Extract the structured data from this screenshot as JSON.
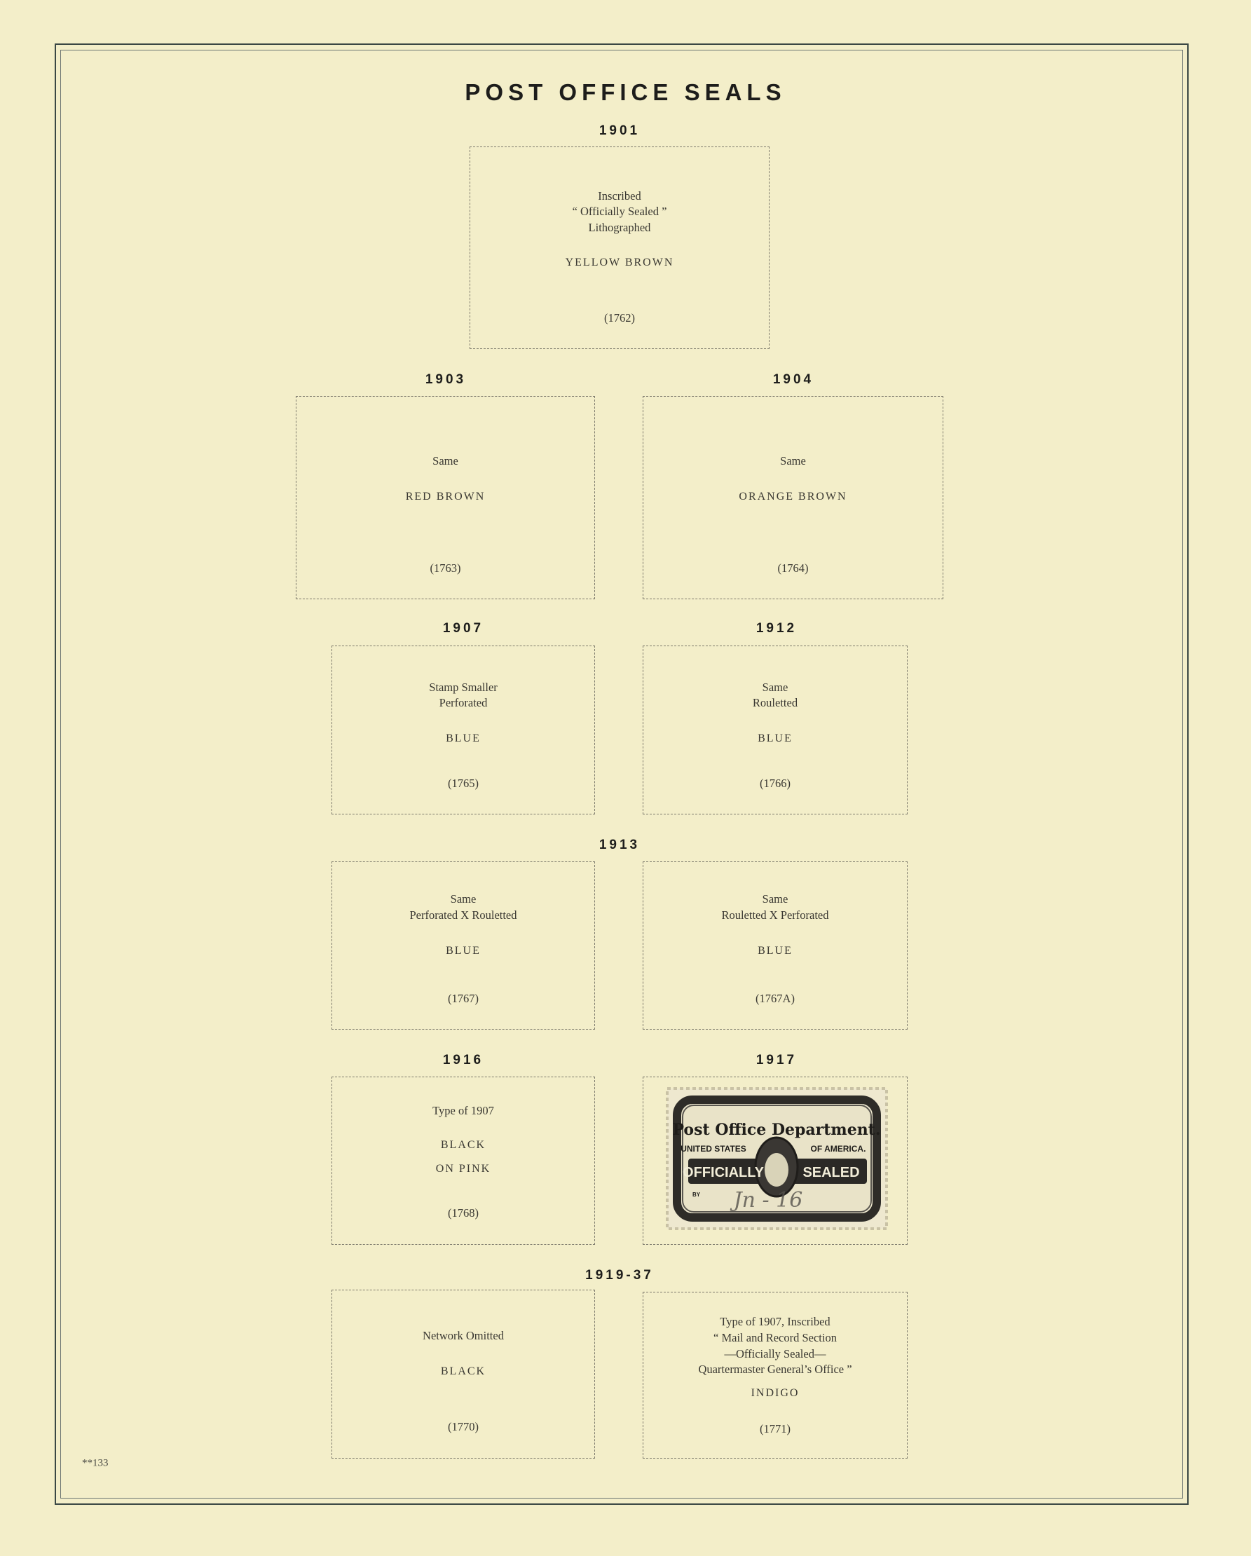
{
  "title": "POST OFFICE SEALS",
  "page_number": "**133",
  "sections": [
    {
      "year": "1901",
      "lines": [
        "Inscribed",
        "“ Officially Sealed ”",
        "Lithographed"
      ],
      "color": "YELLOW BROWN",
      "number": "(1762)"
    },
    {
      "year": "1903",
      "lines": [
        "Same"
      ],
      "color": "RED BROWN",
      "number": "(1763)"
    },
    {
      "year": "1904",
      "lines": [
        "Same"
      ],
      "color": "ORANGE BROWN",
      "number": "(1764)"
    },
    {
      "year": "1907",
      "lines": [
        "Stamp Smaller",
        "Perforated"
      ],
      "color": "BLUE",
      "number": "(1765)"
    },
    {
      "year": "1912",
      "lines": [
        "Same",
        "Rouletted"
      ],
      "color": "BLUE",
      "number": "(1766)"
    },
    {
      "year": "1913",
      "lines": [
        "Same",
        "Perforated X Rouletted"
      ],
      "color": "BLUE",
      "number": "(1767)"
    },
    {
      "lines": [
        "Same",
        "Rouletted X Perforated"
      ],
      "color": "BLUE",
      "number": "(1767A)"
    },
    {
      "year": "1916",
      "lines": [
        "Type of 1907"
      ],
      "color": "BLACK",
      "color2": "ON PINK",
      "number": "(1768)"
    },
    {
      "year": "1917",
      "stamp": {
        "heading": "Post Office Department.",
        "left": "UNITED STATES",
        "right": "OF AMERICA.",
        "band_left": "OFFICIALLY",
        "band_right": "SEALED",
        "by": "BY",
        "handwriting": "Jn - 16"
      }
    },
    {
      "year": "1919-37",
      "lines": [
        "Network Omitted"
      ],
      "color": "BLACK",
      "number": "(1770)"
    },
    {
      "lines": [
        "Type of 1907, Inscribed",
        "“ Mail and Record Section",
        "—Officially Sealed—",
        "Quartermaster General’s Office ”"
      ],
      "color": "INDIGO",
      "number": "(1771)"
    }
  ]
}
